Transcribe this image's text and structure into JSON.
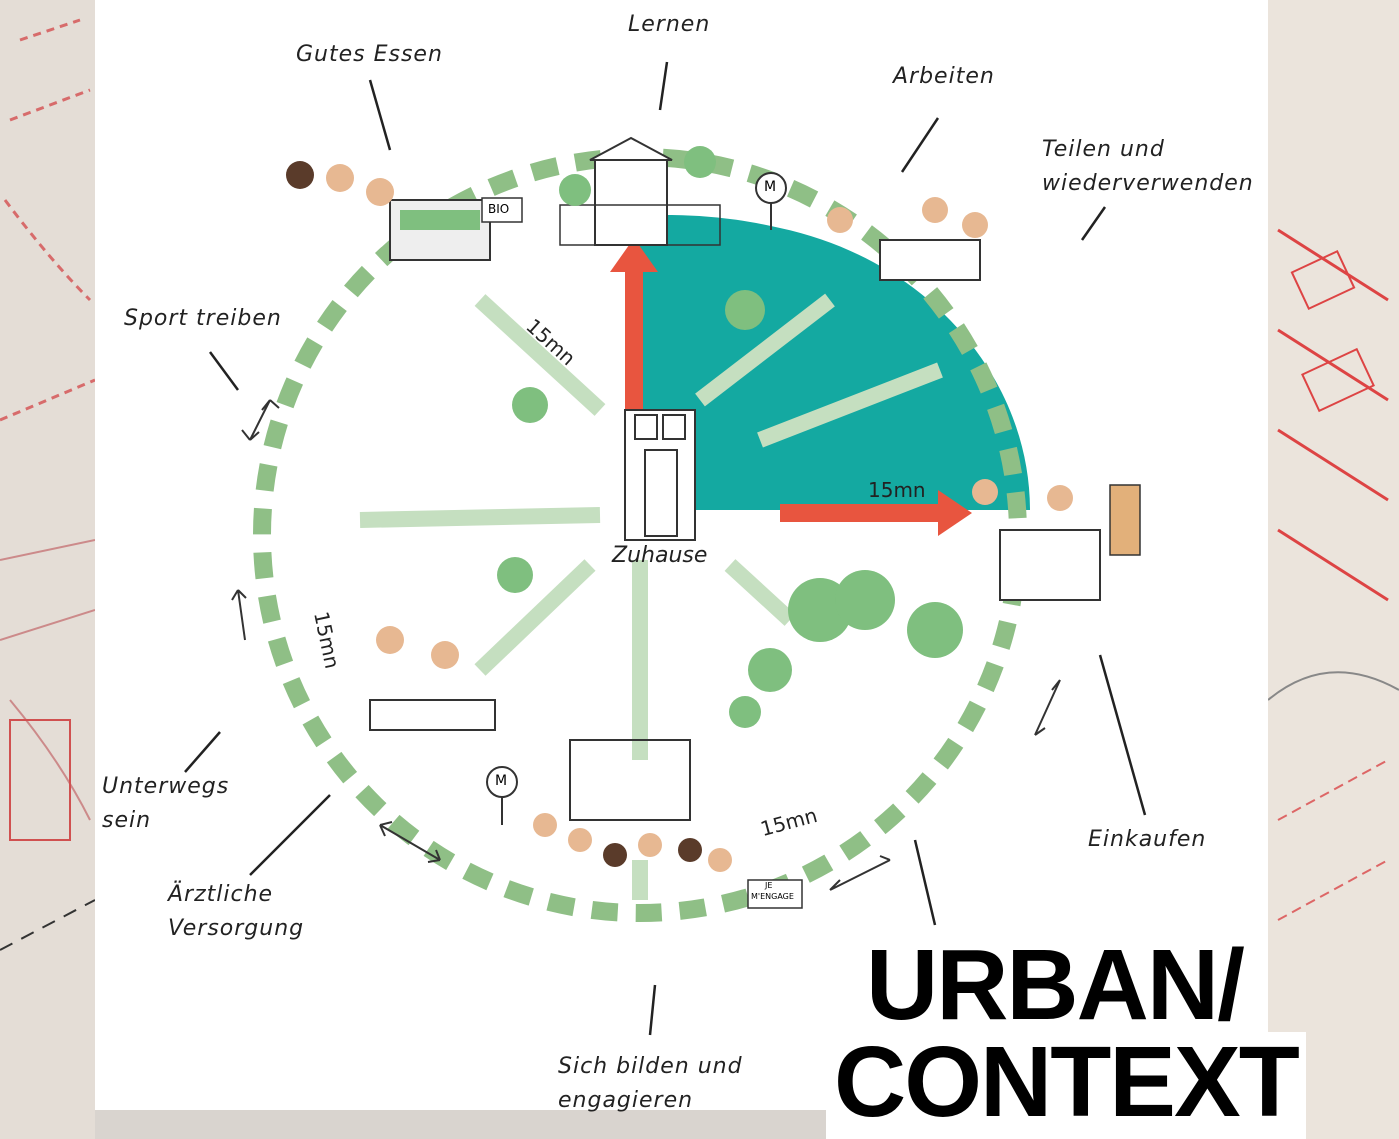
{
  "diagram": {
    "center_label": "Zuhause",
    "activities": {
      "lernen": "Lernen",
      "gutes_essen": "Gutes Essen",
      "arbeiten": "Arbeiten",
      "teilen_line1": "Teilen und",
      "teilen_line2": "wiederverwenden",
      "sport": "Sport treiben",
      "unterwegs_line1": "Unterwegs",
      "unterwegs_line2": "sein",
      "aerztliche_line1": "Ärztliche",
      "aerztliche_line2": "Versorgung",
      "einkaufen": "Einkaufen",
      "bilden_line1": "Sich bilden und",
      "bilden_line2": "engagieren"
    },
    "distance_labels": {
      "north": "15mn",
      "east": "15mn",
      "west": "15mn",
      "south": "15mn"
    },
    "signs": {
      "bio": "BIO",
      "metro_top": "M",
      "metro_bottom": "M",
      "engage_line1": "JE",
      "engage_line2": "M'ENGAGE"
    },
    "colors": {
      "quarter_fill": "#14a9a1",
      "arrow": "#e8553f",
      "path_green": "#c5dfc0",
      "path_dark": "#7fb278",
      "tree": "#7fbf7f"
    }
  },
  "title": {
    "line1": "URBAN/",
    "line2": "CONTEXT"
  }
}
